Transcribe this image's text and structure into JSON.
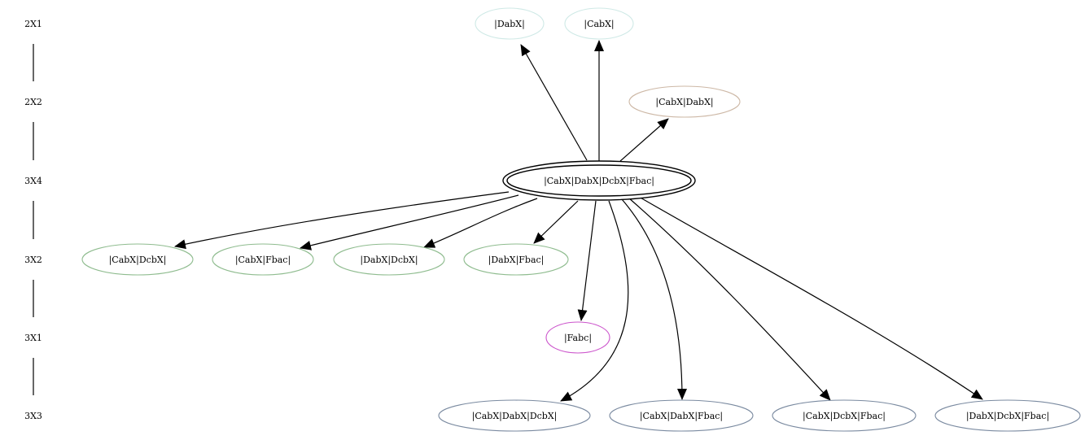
{
  "levels": [
    {
      "id": "l1",
      "label": "2X1"
    },
    {
      "id": "l2",
      "label": "2X2"
    },
    {
      "id": "l3",
      "label": "3X4"
    },
    {
      "id": "l4",
      "label": "3X2"
    },
    {
      "id": "l5",
      "label": "3X1"
    },
    {
      "id": "l6",
      "label": "3X3"
    }
  ],
  "nodes": [
    {
      "id": "dabx",
      "label": "|DabX|",
      "color": "#cfe9e6"
    },
    {
      "id": "cabx",
      "label": "|CabX|",
      "color": "#cfe9e6"
    },
    {
      "id": "cabx_dabx",
      "label": "|CabX|DabX|",
      "color": "#cdb8a6"
    },
    {
      "id": "root",
      "label": "|CabX|DabX|DcbX|Fbac|",
      "color": "#000000"
    },
    {
      "id": "cabx_dcbx",
      "label": "|CabX|DcbX|",
      "color": "#8fbc8f"
    },
    {
      "id": "cabx_fbac",
      "label": "|CabX|Fbac|",
      "color": "#8fbc8f"
    },
    {
      "id": "dabx_dcbx",
      "label": "|DabX|DcbX|",
      "color": "#8fbc8f"
    },
    {
      "id": "dabx_fbac",
      "label": "|DabX|Fbac|",
      "color": "#8fbc8f"
    },
    {
      "id": "fabc",
      "label": "|Fabc|",
      "color": "#cc55cc"
    },
    {
      "id": "cabx_dabx_dcbx",
      "label": "|CabX|DabX|DcbX|",
      "color": "#7a8aa0"
    },
    {
      "id": "cabx_dabx_fbac",
      "label": "|CabX|DabX|Fbac|",
      "color": "#7a8aa0"
    },
    {
      "id": "cabx_dcbx_fbac",
      "label": "|CabX|DcbX|Fbac|",
      "color": "#7a8aa0"
    },
    {
      "id": "dabx_dcbx_fbac",
      "label": "|DabX|DcbX|Fbac|",
      "color": "#7a8aa0"
    }
  ],
  "edges": [
    {
      "from": "root",
      "to": "dabx"
    },
    {
      "from": "root",
      "to": "cabx"
    },
    {
      "from": "root",
      "to": "cabx_dabx"
    },
    {
      "from": "root",
      "to": "cabx_dcbx"
    },
    {
      "from": "root",
      "to": "cabx_fbac"
    },
    {
      "from": "root",
      "to": "dabx_dcbx"
    },
    {
      "from": "root",
      "to": "dabx_fbac"
    },
    {
      "from": "root",
      "to": "fabc"
    },
    {
      "from": "root",
      "to": "cabx_dabx_dcbx"
    },
    {
      "from": "root",
      "to": "cabx_dabx_fbac"
    },
    {
      "from": "root",
      "to": "cabx_dcbx_fbac"
    },
    {
      "from": "root",
      "to": "dabx_dcbx_fbac"
    }
  ]
}
